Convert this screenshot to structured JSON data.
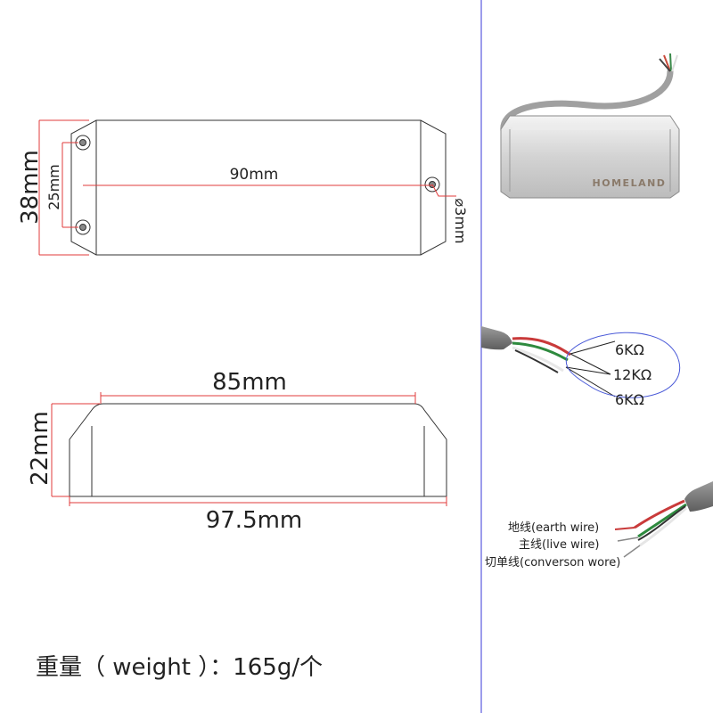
{
  "top_view": {
    "height_label": "38mm",
    "hole_spacing_label": "25mm",
    "length_label": "90mm",
    "hole_diameter_label": "⌀3mm"
  },
  "side_view": {
    "top_length_label": "85mm",
    "height_label": "22mm",
    "total_length_label": "97.5mm"
  },
  "product": {
    "brand": "HOMELAND"
  },
  "resistance": {
    "values": [
      "6KΩ",
      "12KΩ",
      "6KΩ"
    ]
  },
  "wiring": {
    "earth": "地线(earth wire)",
    "live": "主线(live wire)",
    "conversion": "切单线(converson wore)"
  },
  "weight": "重量（ weight ）：165g/个",
  "colors": {
    "dimension_red": "#e23b3b",
    "divider_blue": "#3a3ad8",
    "outline": "#333333",
    "callout_blue": "#4a5ad8"
  }
}
